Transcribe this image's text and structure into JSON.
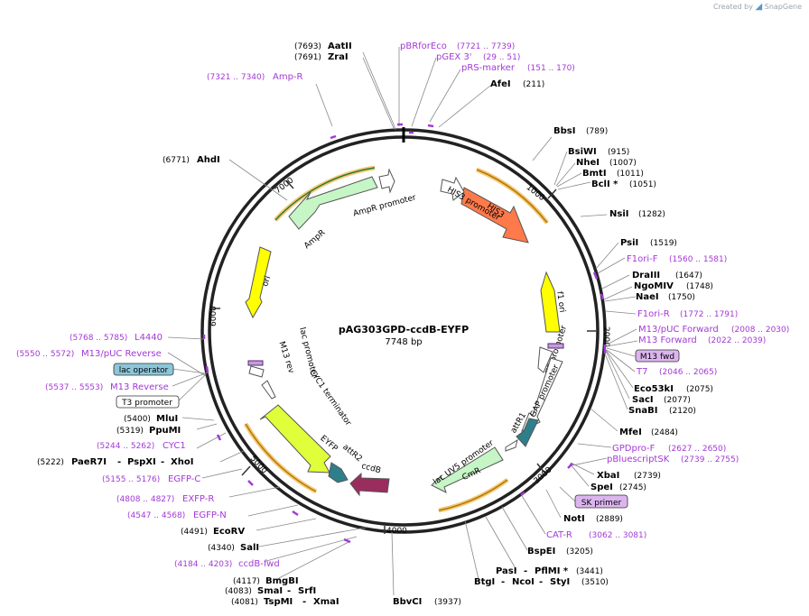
{
  "brand": {
    "prefix": "Created by",
    "name": "SnapGene"
  },
  "plasmid": {
    "name": "pAG303GPD-ccdB-EYFP",
    "size": "7748 bp"
  },
  "ticks": [
    "1000",
    "2000",
    "3000",
    "4000",
    "5000",
    "6000",
    "7000"
  ],
  "features": {
    "ampr": "AmpR",
    "ampr_promoter": "AmpR promoter",
    "ori": "ori",
    "his3": "HIS3",
    "his3_promoter": "HIS3 promoter",
    "f1_ori": "f1 ori",
    "t7_promoter": "T7 promoter",
    "gap_promoter": "GAP promoter",
    "attr1": "attR1",
    "lac_uv5_promoter": "lac UV5 promoter",
    "cmr": "CmR",
    "ccdb": "ccdB",
    "attr2": "attR2",
    "eyfp": "EYFP",
    "cyc1_terminator": "CYC1 terminator",
    "m13_rev": "M13 rev",
    "lac_promoter": "lac promoter"
  },
  "labels": {
    "aatii": {
      "name": "AatII",
      "pos": "(7693)"
    },
    "zrai": {
      "name": "ZraI",
      "pos": "(7691)"
    },
    "ampr_primer": {
      "name": "Amp-R",
      "pos": "(7321 .. 7340)"
    },
    "pbrforeco": {
      "name": "pBRforEco",
      "pos": "(7721 .. 7739)"
    },
    "pgex3": {
      "name": "pGEX 3'",
      "pos": "(29 .. 51)"
    },
    "prs_marker": {
      "name": "pRS-marker",
      "pos": "(151 .. 170)"
    },
    "afei": {
      "name": "AfeI",
      "pos": "(211)"
    },
    "bbsi": {
      "name": "BbsI",
      "pos": "(789)"
    },
    "bsiwi": {
      "name": "BsiWI",
      "pos": "(915)"
    },
    "nhei": {
      "name": "NheI",
      "pos": "(1007)"
    },
    "bmti": {
      "name": "BmtI",
      "pos": "(1011)"
    },
    "bcli": {
      "name": "BclI *",
      "pos": "(1051)"
    },
    "nsii": {
      "name": "NsiI",
      "pos": "(1282)"
    },
    "psii": {
      "name": "PsiI",
      "pos": "(1519)"
    },
    "f1ori_f": {
      "name": "F1ori-F",
      "pos": "(1560 .. 1581)"
    },
    "draiii": {
      "name": "DraIII",
      "pos": "(1647)"
    },
    "ngomiv": {
      "name": "NgoMIV",
      "pos": "(1748)"
    },
    "naei": {
      "name": "NaeI",
      "pos": "(1750)"
    },
    "f1ori_r": {
      "name": "F1ori-R",
      "pos": "(1772 .. 1791)"
    },
    "m13puc_fwd": {
      "name": "M13/pUC Forward",
      "pos": "(2008 .. 2030)"
    },
    "m13_forward": {
      "name": "M13 Forward",
      "pos": "(2022 .. 2039)"
    },
    "m13_fwd_box": {
      "name": "M13 fwd"
    },
    "t7": {
      "name": "T7",
      "pos": "(2046 .. 2065)"
    },
    "eco53ki": {
      "name": "Eco53kI",
      "pos": "(2075)"
    },
    "saci": {
      "name": "SacI",
      "pos": "(2077)"
    },
    "snabi": {
      "name": "SnaBI",
      "pos": "(2120)"
    },
    "mfei": {
      "name": "MfeI",
      "pos": "(2484)"
    },
    "gpdpro_f": {
      "name": "GPDpro-F",
      "pos": "(2627 .. 2650)"
    },
    "pbluescriptsk": {
      "name": "pBluescriptSK",
      "pos": "(2739 .. 2755)"
    },
    "xbai": {
      "name": "XbaI",
      "pos": "(2739)"
    },
    "spei": {
      "name": "SpeI",
      "pos": "(2745)"
    },
    "sk_primer": {
      "name": "SK primer"
    },
    "noti": {
      "name": "NotI",
      "pos": "(2889)"
    },
    "cat_r": {
      "name": "CAT-R",
      "pos": "(3062 .. 3081)"
    },
    "bspei": {
      "name": "BspEI",
      "pos": "(3205)"
    },
    "pasi": {
      "name": "PasI",
      "pos": ""
    },
    "pflmi": {
      "name": "PflMI *",
      "pos": "(3441)"
    },
    "btgi": {
      "name": "BtgI",
      "pos": ""
    },
    "ncoi": {
      "name": "NcoI",
      "pos": ""
    },
    "styi": {
      "name": "StyI",
      "pos": "(3510)"
    },
    "bbvci": {
      "name": "BbvCI",
      "pos": "(3937)"
    },
    "ahdi": {
      "name": "AhdI",
      "pos": "(6771)"
    },
    "l4440": {
      "name": "L4440",
      "pos": "(5768 .. 5785)"
    },
    "m13puc_rev": {
      "name": "M13/pUC Reverse",
      "pos": "(5550 .. 5572)"
    },
    "lac_operator": {
      "name": "lac operator"
    },
    "m13_reverse": {
      "name": "M13 Reverse",
      "pos": "(5537 .. 5553)"
    },
    "t3_promoter": {
      "name": "T3 promoter"
    },
    "mlui": {
      "name": "MluI",
      "pos": "(5400)"
    },
    "ppumi": {
      "name": "PpuMI",
      "pos": "(5319)"
    },
    "cyc1": {
      "name": "CYC1",
      "pos": "(5244 .. 5262)"
    },
    "paer7i": {
      "name": "PaeR7I",
      "pos": "(5222)"
    },
    "pspxi": {
      "name": "PspXI",
      "pos": ""
    },
    "xhoi": {
      "name": "XhoI",
      "pos": ""
    },
    "egfp_c": {
      "name": "EGFP-C",
      "pos": "(5155 .. 5176)"
    },
    "exfp_r": {
      "name": "EXFP-R",
      "pos": "(4808 .. 4827)"
    },
    "egfp_n": {
      "name": "EGFP-N",
      "pos": "(4547 .. 4568)"
    },
    "ecorv": {
      "name": "EcoRV",
      "pos": "(4491)"
    },
    "sali": {
      "name": "SalI",
      "pos": "(4340)"
    },
    "ccdb_fwd": {
      "name": "ccdB-fwd",
      "pos": "(4184 .. 4203)"
    },
    "bmgbi": {
      "name": "BmgBI",
      "pos": "(4117)"
    },
    "smai": {
      "name": "SmaI",
      "pos": "(4083)"
    },
    "srfi": {
      "name": "SrfI",
      "pos": ""
    },
    "tspmi": {
      "name": "TspMI",
      "pos": "(4081)"
    },
    "xmai": {
      "name": "XmaI",
      "pos": ""
    }
  },
  "colors": {
    "backbone": "#222222",
    "primer": "#a339d6",
    "ampr": "#c6f5c6",
    "ori": "#ffff00",
    "his3": "#ff7a4a",
    "eyfp": "#e0ff3a",
    "cmr": "#c6f5c6",
    "ccdb": "#9b2d5e",
    "att": "#2e7f8c",
    "orf_halo": "#f5c878",
    "lac_op": "#8cc6d9"
  }
}
